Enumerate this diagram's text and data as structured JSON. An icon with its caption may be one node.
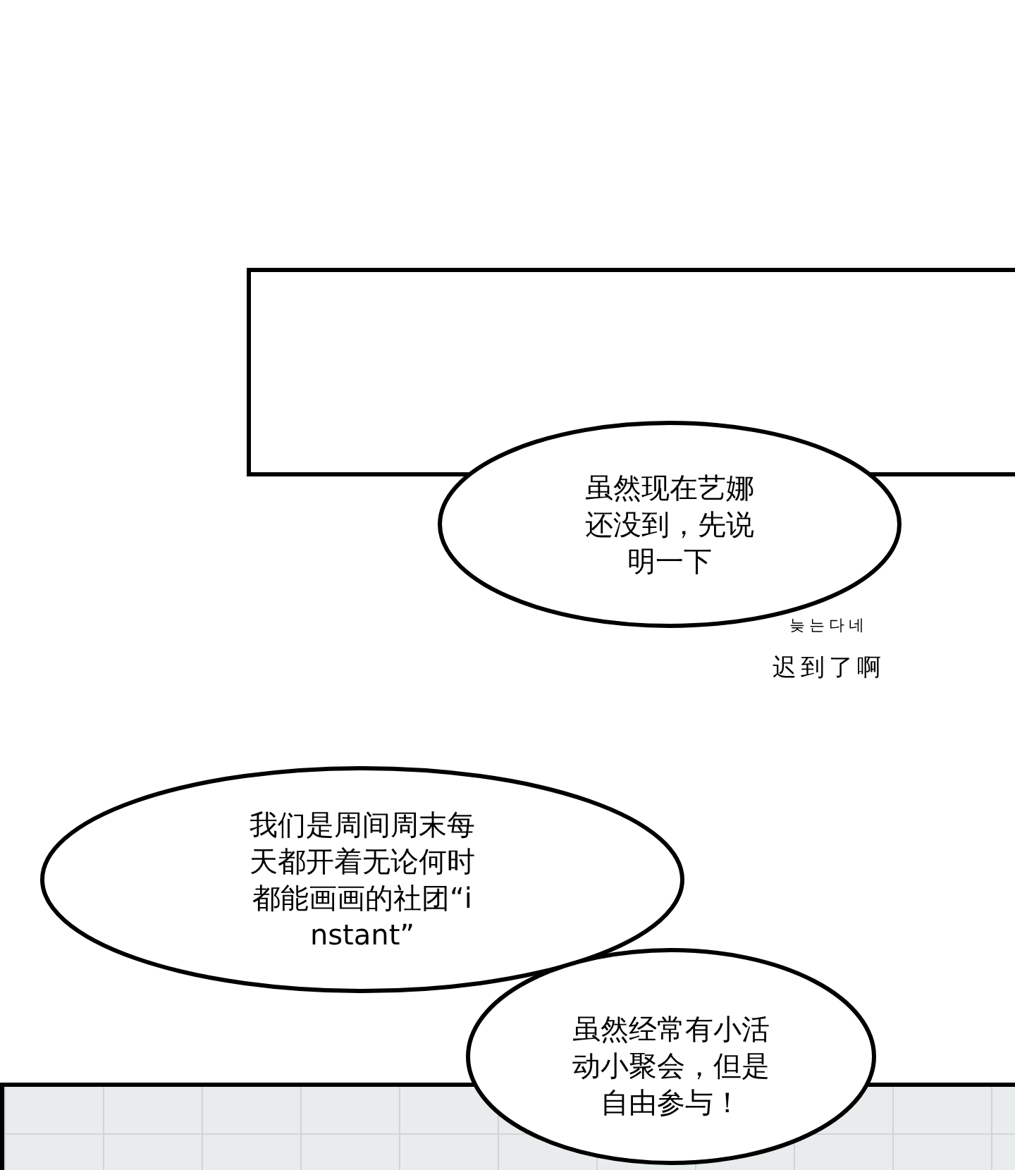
{
  "diagram": {
    "nodes": [
      {
        "text": [],
        "shape": "box"
      },
      {
        "text": [
          "虽然现在艺娜还没到，先说明一下"
        ]
      },
      {
        "text": [
          "我们是周间周末每天都开着无论何时都能画画的社团“instant”"
        ]
      },
      {
        "text": [
          "虽然经常有小活动小聚会，但是自由参与！"
        ]
      },
      {
        "text": [],
        "shape": "box"
      }
    ],
    "edges": [],
    "labels": [
      "늦는다네",
      "迟到了啊"
    ]
  }
}
